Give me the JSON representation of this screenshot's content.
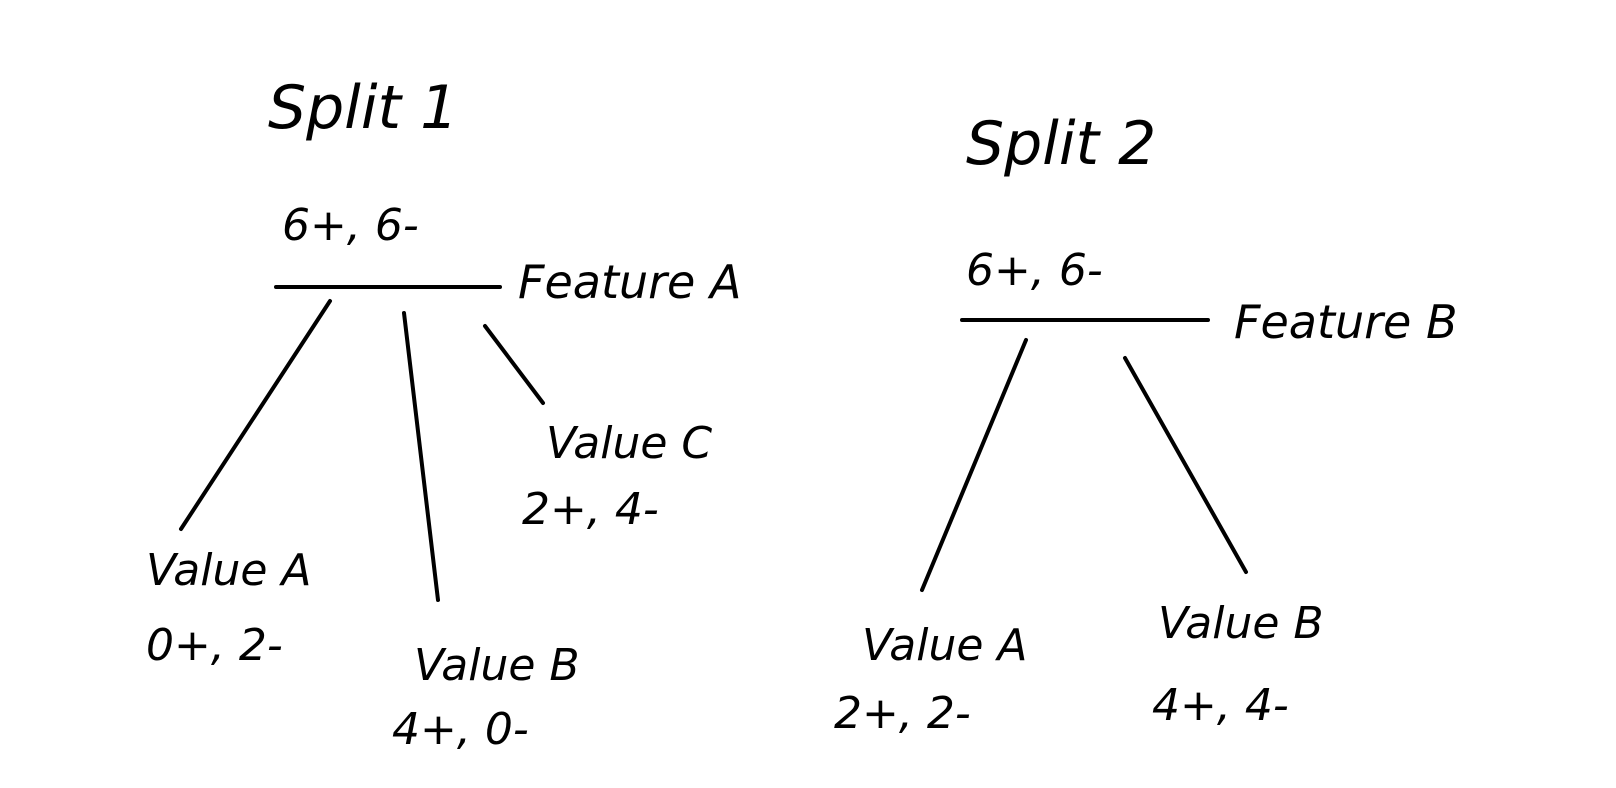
{
  "split1": {
    "title": "Split 1",
    "root_counts": "6+, 6-",
    "feature": "Feature A",
    "children": [
      {
        "label": "Value A",
        "counts": "0+, 2-"
      },
      {
        "label": "Value B",
        "counts": "4+, 0-"
      },
      {
        "label": "Value C",
        "counts": "2+, 4-"
      }
    ]
  },
  "split2": {
    "title": "Split 2",
    "root_counts": "6+, 6-",
    "feature": "Feature B",
    "children": [
      {
        "label": "Value A",
        "counts": "2+, 2-"
      },
      {
        "label": "Value B",
        "counts": "4+, 4-"
      }
    ]
  },
  "colors": {
    "ink": "#000000",
    "background": "#ffffff"
  }
}
